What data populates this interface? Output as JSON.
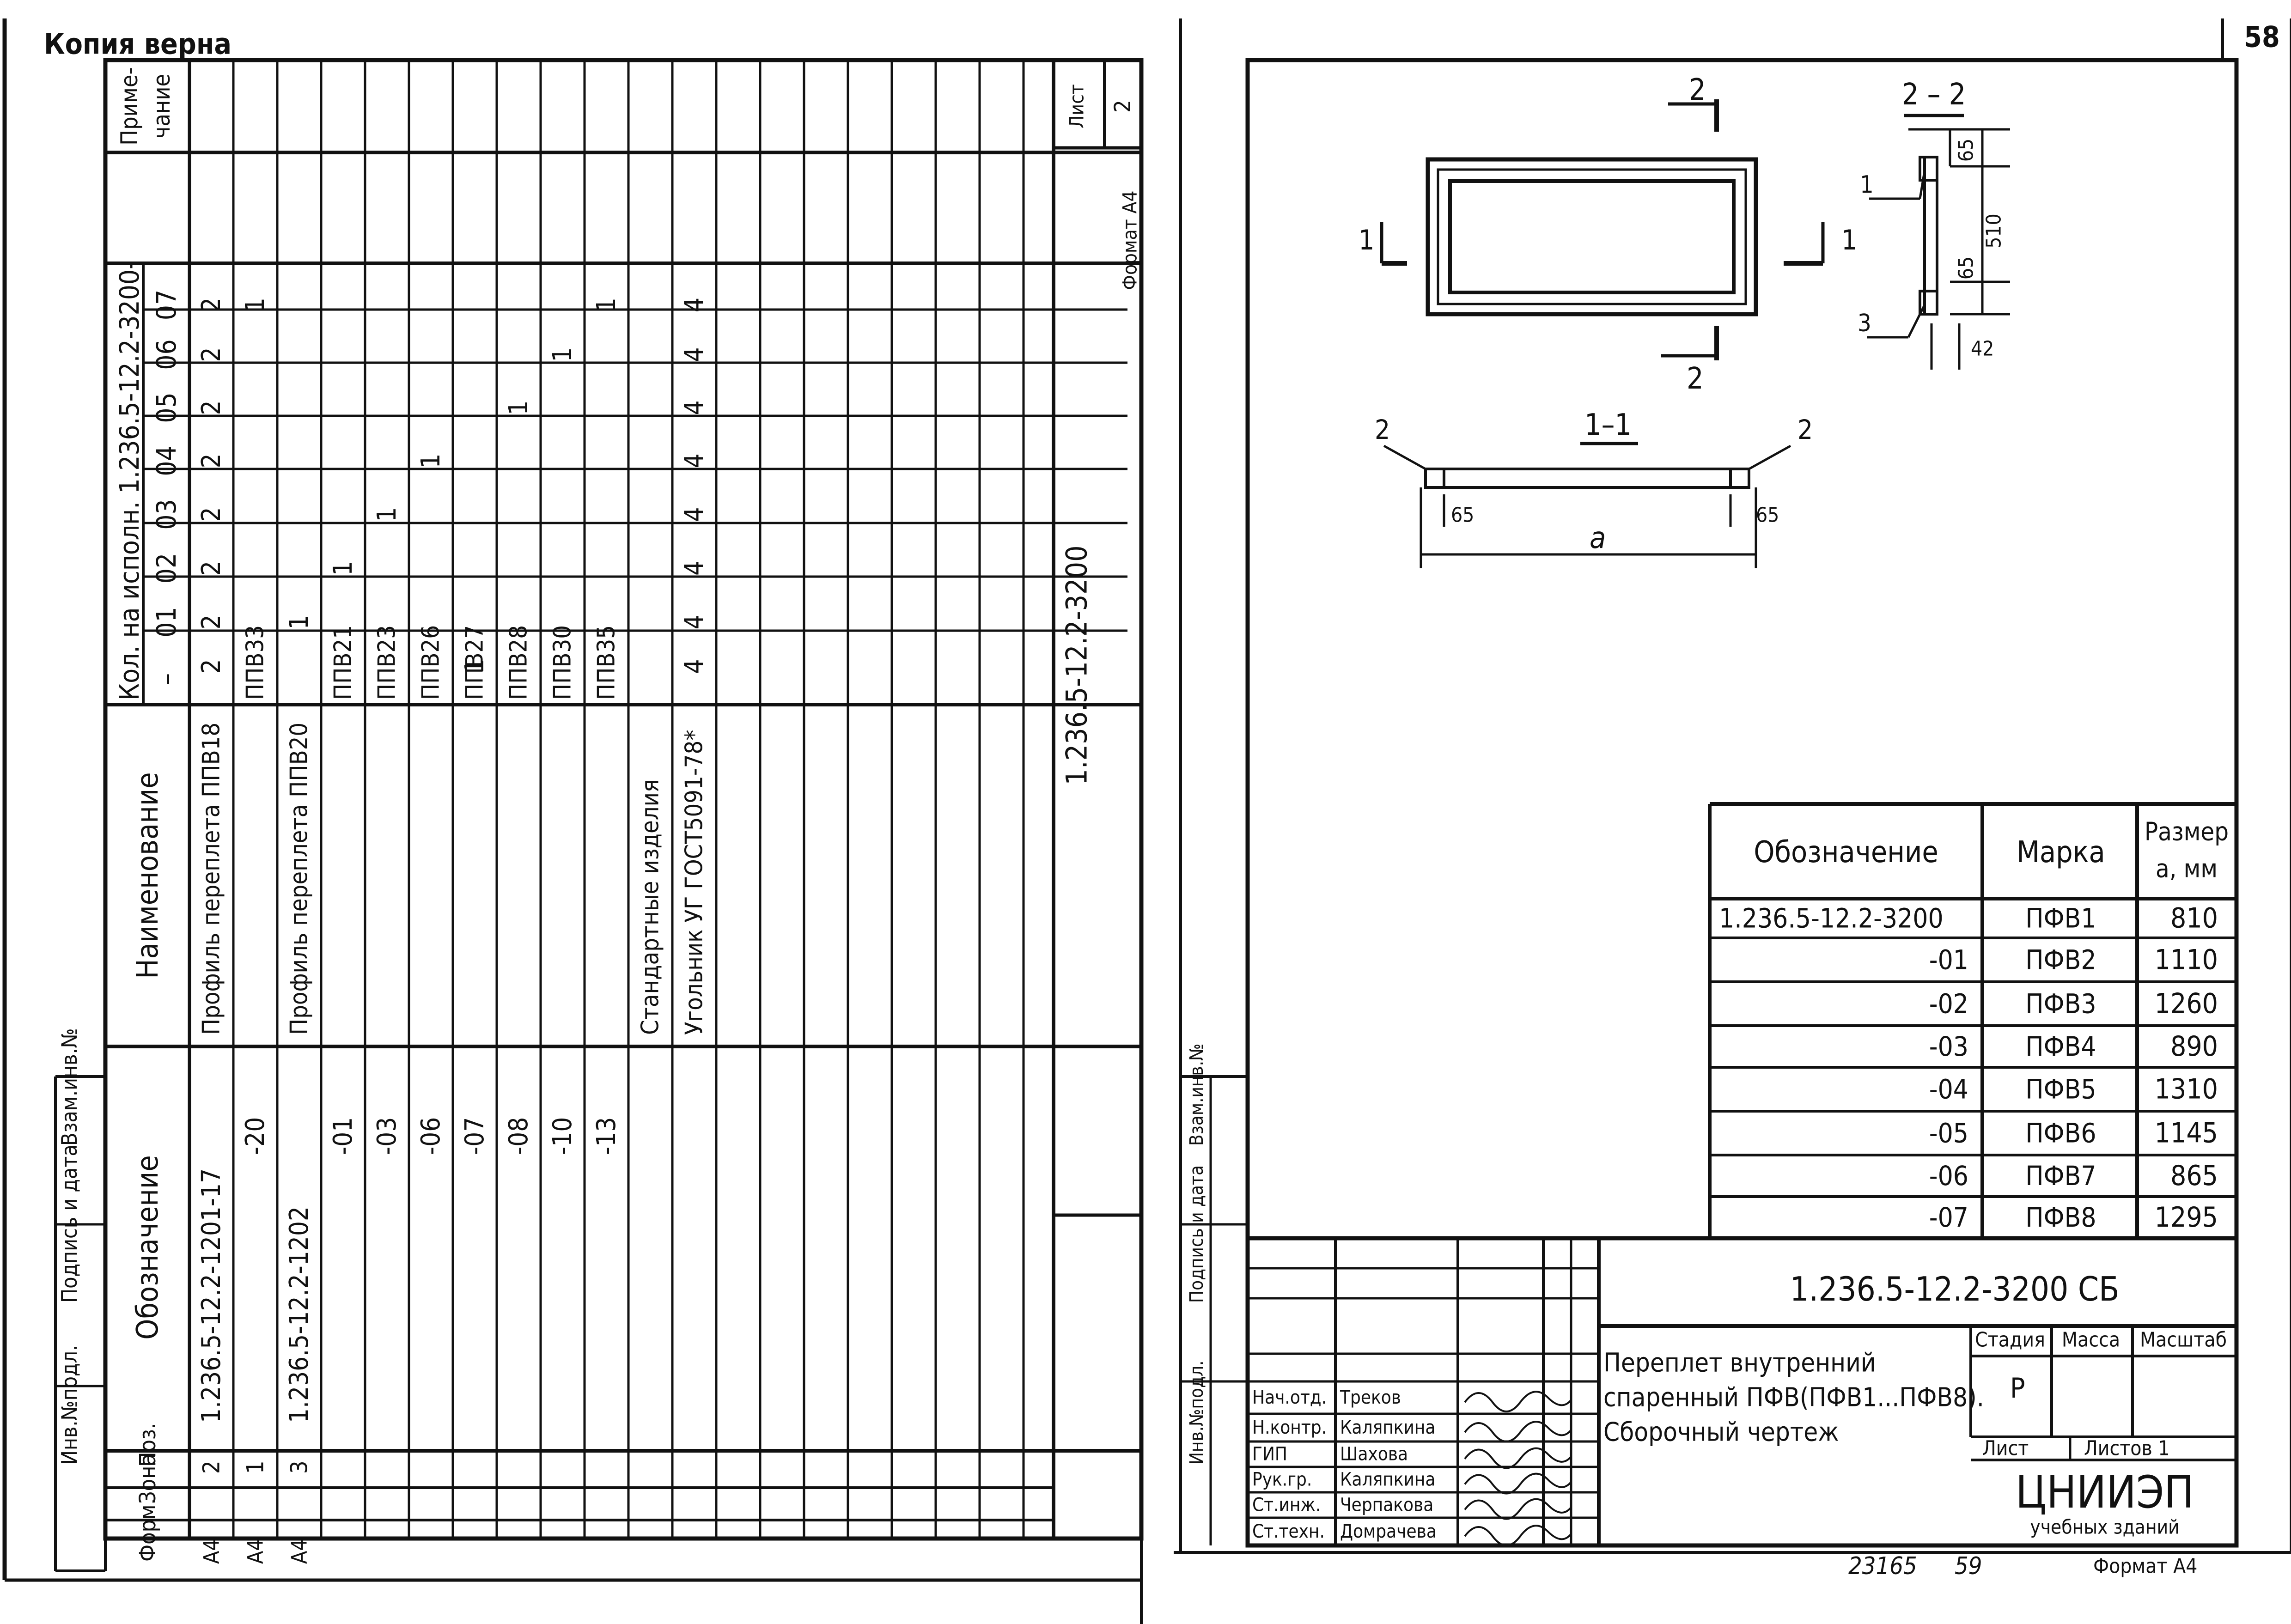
{
  "header": {
    "copy_stamp": "Копия верна",
    "page_number": "58"
  },
  "left_sheet": {
    "format_label": "Формат А4",
    "side_labels": [
      "Инв.№подл.",
      "Подпись и дата",
      "Взам.инв.№"
    ],
    "columns": {
      "format": "Форм.",
      "zone": "Зона",
      "pos": "Поз.",
      "designation": "Обозначение",
      "name": "Наименование",
      "qty_header": "Кол. на исполн. 1.236.5-12.2-3200-",
      "variants": [
        "–",
        "01",
        "02",
        "03",
        "04",
        "05",
        "06",
        "07"
      ],
      "note": "Приме-чание"
    },
    "rows": [
      {
        "format": "А4",
        "pos": "2",
        "designation": "1.236.5-12.2-1201-17",
        "name": "Профиль переплета ППВ18",
        "q": [
          "2",
          "2",
          "2",
          "2",
          "2",
          "2",
          "2",
          "2"
        ]
      },
      {
        "format": "А4",
        "pos": "1",
        "designation": "-20",
        "name": "ППВ33",
        "q": [
          "",
          "",
          "",
          "",
          "",
          "",
          "",
          "1"
        ]
      },
      {
        "format": "А4",
        "pos": "3",
        "designation": "1.236.5-12.2-1202",
        "name": "Профиль переплета ППВ20",
        "q": [
          "",
          "1",
          "",
          "",
          "",
          "",
          "",
          ""
        ]
      },
      {
        "format": "",
        "pos": "",
        "designation": "-01",
        "name": "ППВ21",
        "q": [
          "",
          "",
          "1",
          "",
          "",
          "",
          "",
          ""
        ]
      },
      {
        "format": "",
        "pos": "",
        "designation": "-03",
        "name": "ППВ23",
        "q": [
          "",
          "",
          "",
          "1",
          "",
          "",
          "",
          ""
        ]
      },
      {
        "format": "",
        "pos": "",
        "designation": "-06",
        "name": "ППВ26",
        "q": [
          "",
          "",
          "",
          "",
          "1",
          "",
          "",
          ""
        ]
      },
      {
        "format": "",
        "pos": "",
        "designation": "-07",
        "name": "ППВ27",
        "q": [
          "1",
          "",
          "",
          "",
          "",
          "",
          "",
          ""
        ]
      },
      {
        "format": "",
        "pos": "",
        "designation": "-08",
        "name": "ППВ28",
        "q": [
          "",
          "",
          "",
          "",
          "",
          "1",
          "",
          ""
        ]
      },
      {
        "format": "",
        "pos": "",
        "designation": "-10",
        "name": "ППВ30",
        "q": [
          "",
          "",
          "",
          "",
          "",
          "",
          "1",
          ""
        ]
      },
      {
        "format": "",
        "pos": "",
        "designation": "-13",
        "name": "ППВ35",
        "q": [
          "",
          "",
          "",
          "",
          "",
          "",
          "",
          "1"
        ]
      },
      {
        "format": "",
        "pos": "",
        "designation": "",
        "name": "Стандартные изделия",
        "q": [
          "",
          "",
          "",
          "",
          "",
          "",
          "",
          ""
        ]
      },
      {
        "format": "",
        "pos": "",
        "designation": "",
        "name": "Угольник УГ ГОСТ5091-78*",
        "q": [
          "4",
          "4",
          "4",
          "4",
          "4",
          "4",
          "4",
          "4"
        ]
      }
    ],
    "title_block": {
      "designation": "1.236.5-12.2-3200",
      "sheet_label": "Лист",
      "sheet_number": "2"
    }
  },
  "right_sheet": {
    "side_labels": [
      "Инв.№подл.",
      "Подпись и дата",
      "Взам.инв.№"
    ],
    "drawing": {
      "section_2_2": "2 – 2",
      "section_1_1": "1–1",
      "cut_marks": [
        "1",
        "1",
        "2",
        "2"
      ],
      "dims_2_2": [
        "65",
        "65",
        "510",
        "42"
      ],
      "labels_2_2": [
        "1",
        "3"
      ],
      "dims_1_1": [
        "65",
        "65",
        "a"
      ],
      "labels_1_1": [
        "2",
        "2"
      ]
    },
    "size_table": {
      "headers": [
        "Обозначение",
        "Марка",
        "Размер а, мм"
      ],
      "rows": [
        [
          "1.236.5-12.2-3200",
          "ПФВ1",
          "810"
        ],
        [
          "-01",
          "ПФВ2",
          "1110"
        ],
        [
          "-02",
          "ПФВ3",
          "1260"
        ],
        [
          "-03",
          "ПФВ4",
          "890"
        ],
        [
          "-04",
          "ПФВ5",
          "1310"
        ],
        [
          "-05",
          "ПФВ6",
          "1145"
        ],
        [
          "-06",
          "ПФВ7",
          "865"
        ],
        [
          "-07",
          "ПФВ8",
          "1295"
        ]
      ]
    },
    "title_block": {
      "designation": "1.236.5-12.2-3200 СБ",
      "title_lines": [
        "Переплет внутренний",
        "спаренный ПФВ(ПФВ1...ПФВ8).",
        "Сборочный чертеж"
      ],
      "stage_label": "Стадия",
      "mass_label": "Масса",
      "scale_label": "Масштаб",
      "stage_value": "Р",
      "sheet_label": "Лист",
      "sheets_label": "Листов 1",
      "org_name": "ЦНИИЭП",
      "org_sub": "учебных зданий",
      "roles": [
        {
          "role": "Нач.отд.",
          "name": "Треков"
        },
        {
          "role": "Н.контр.",
          "name": "Каляпкина"
        },
        {
          "role": "ГИП",
          "name": "Шахова"
        },
        {
          "role": "Рук.гр.",
          "name": "Каляпкина"
        },
        {
          "role": "Ст.инж.",
          "name": "Черпакова"
        },
        {
          "role": "Ст.техн.",
          "name": "Домрачева"
        }
      ]
    },
    "footer": {
      "archive_number": "23165",
      "page_number": "59",
      "format_label": "Формат А4"
    }
  }
}
